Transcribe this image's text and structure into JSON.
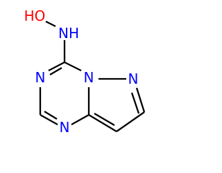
{
  "molecule": {
    "atoms": {
      "o_hydroxyl": "HO",
      "n_amine": "NH",
      "n_ring_left": "N",
      "n_ring_bottom": "N",
      "n_bridge": "N",
      "n_pyrazole": "N"
    },
    "colors": {
      "bond": "#000000",
      "oxygen": "#ff0000",
      "nitrogen": "#0000ff"
    }
  }
}
